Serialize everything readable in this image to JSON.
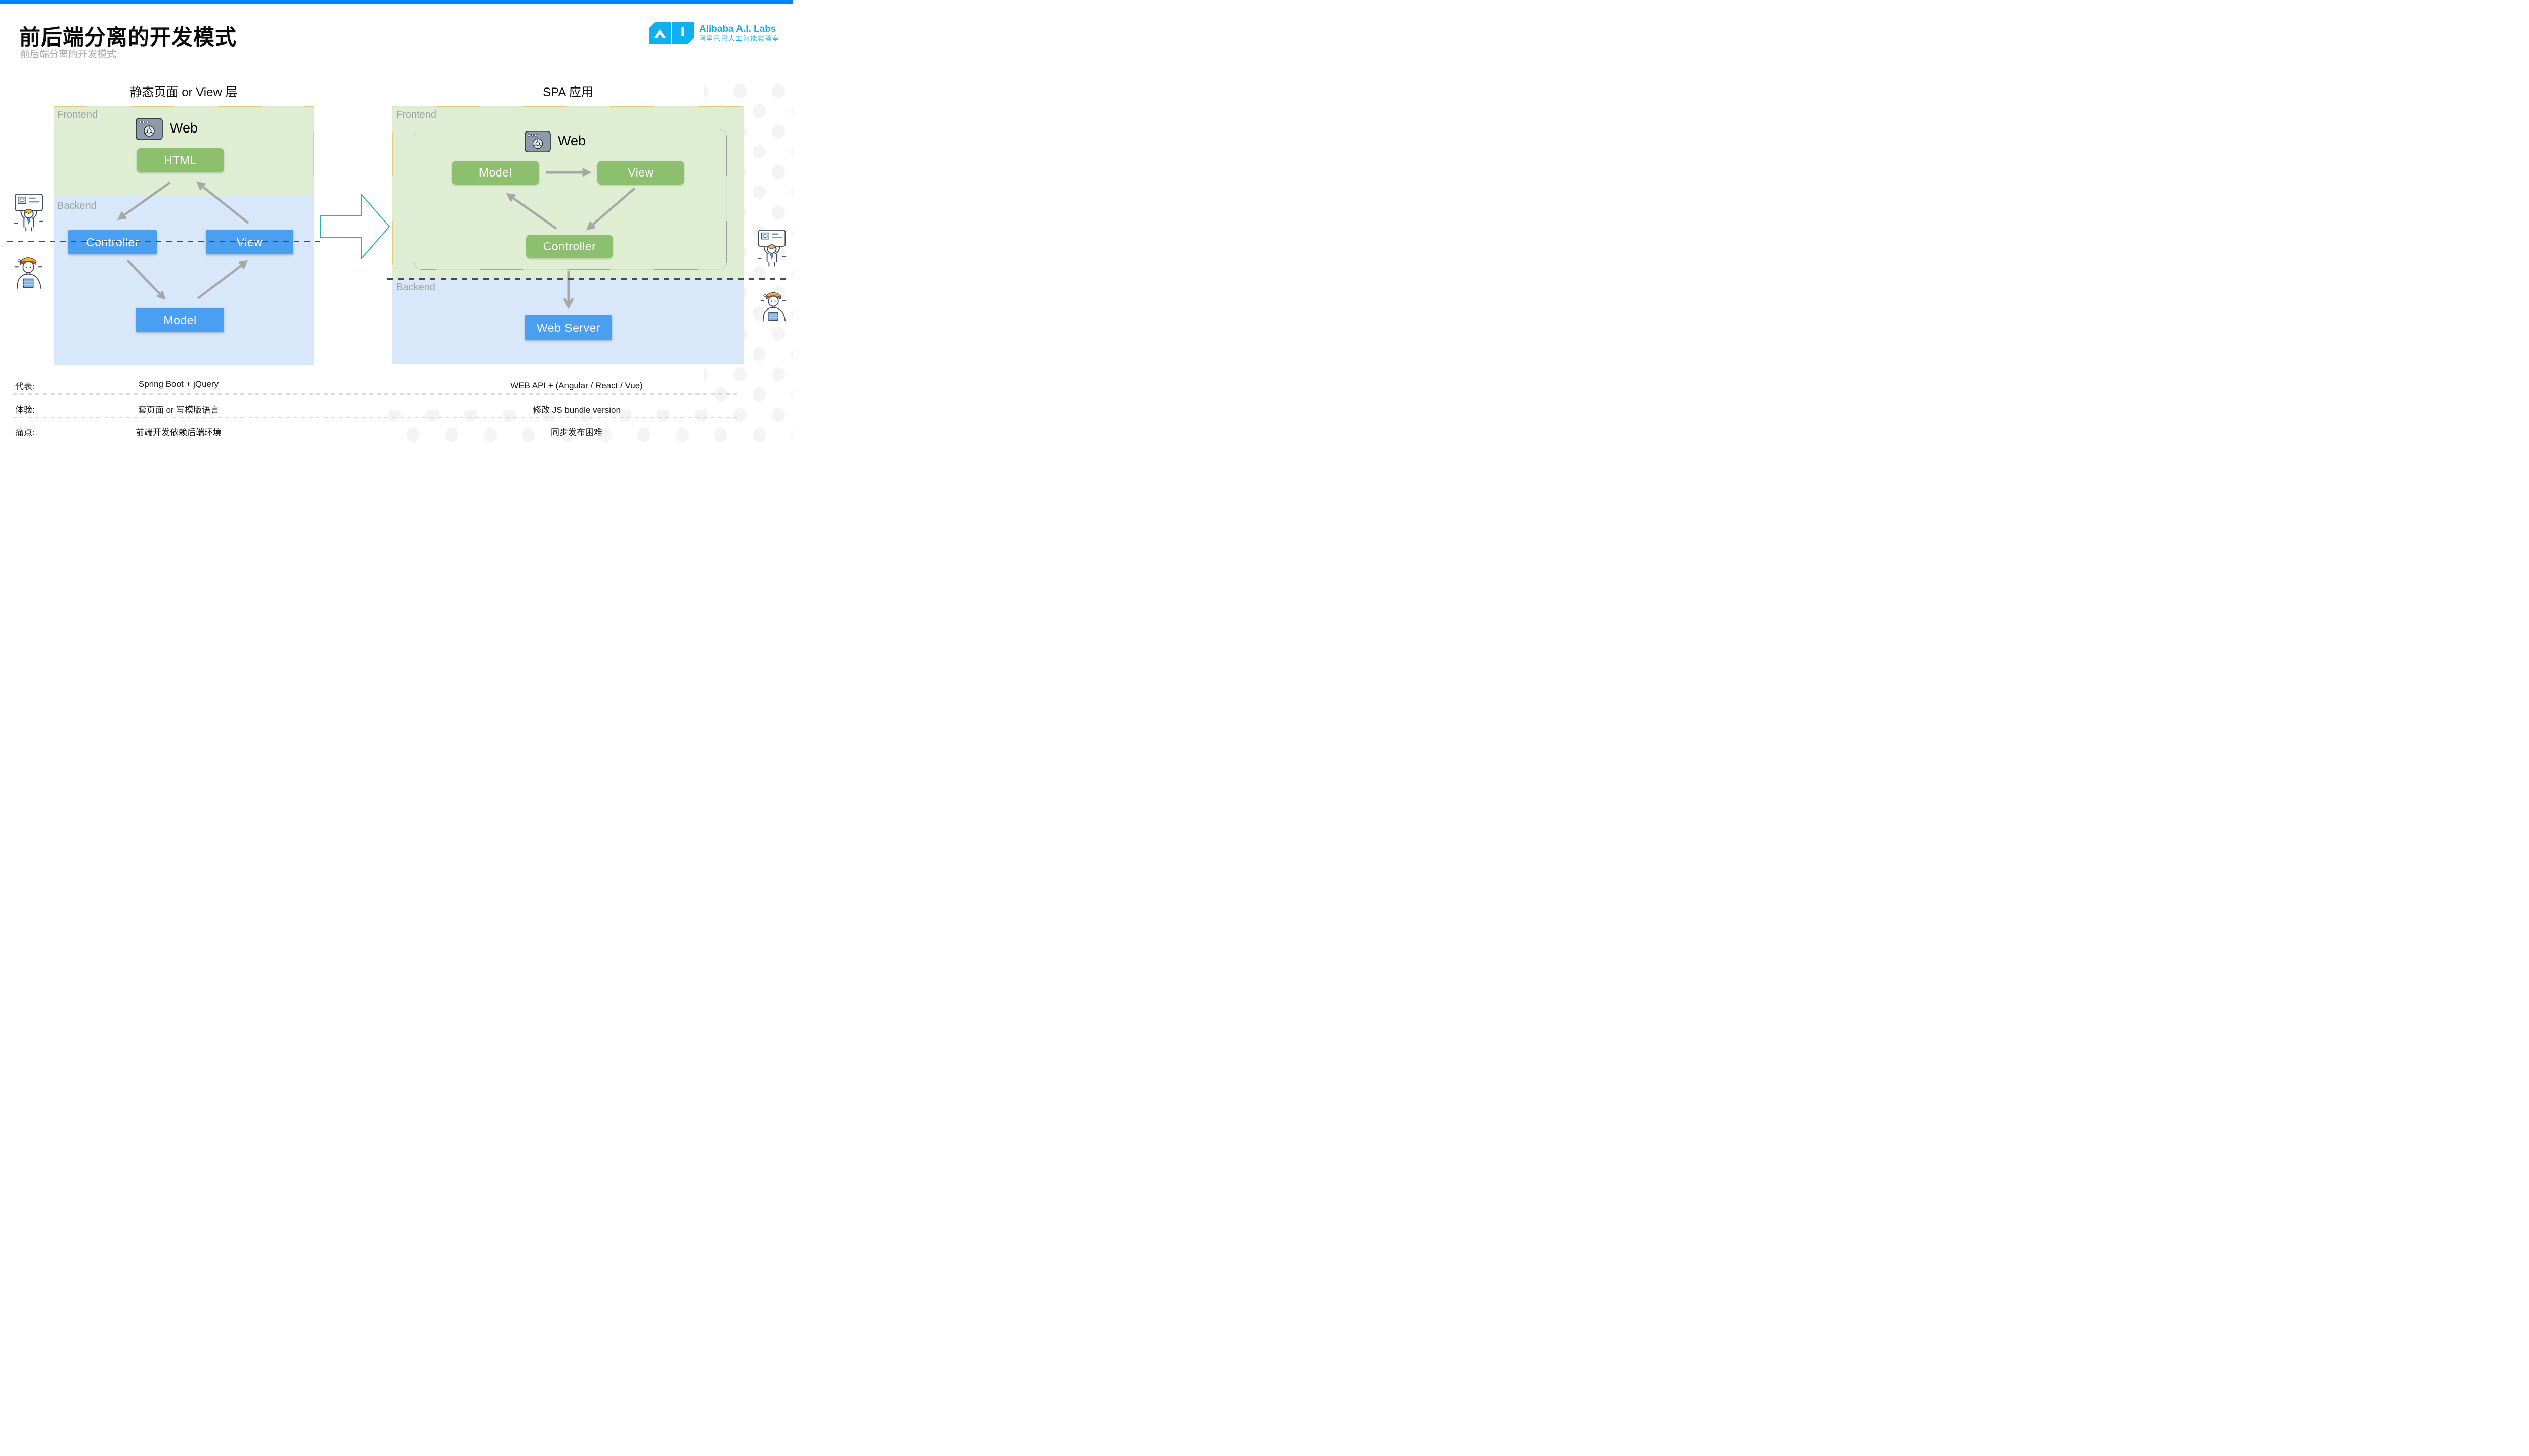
{
  "page": {
    "title": "前后端分离的开发模式",
    "subtitle": "前后端分离的开发模式"
  },
  "logo": {
    "name": "Alibaba A.I. Labs",
    "name_cn": "阿里巴巴人工智能实验室"
  },
  "left_diagram": {
    "title": "静态页面 or View 层",
    "frontend_label": "Frontend",
    "backend_label": "Backend",
    "browser_label": "Web",
    "nodes": {
      "html": "HTML",
      "controller": "Controller",
      "view": "View",
      "model": "Model"
    }
  },
  "right_diagram": {
    "title": "SPA 应用",
    "frontend_label": "Frontend",
    "backend_label": "Backend",
    "browser_label": "Web",
    "nodes": {
      "model": "Model",
      "view": "View",
      "controller": "Controller",
      "web_server": "Web Server"
    }
  },
  "comparison": {
    "rows": [
      {
        "label": "代表:",
        "left": "Spring Boot + jQuery",
        "right": "WEB API + (Angular / React / Vue)"
      },
      {
        "label": "体验:",
        "left": "套页面 or 写模版语言",
        "right": "修改 JS bundle version"
      },
      {
        "label": "痛点:",
        "left": "前端开发依赖后端环境",
        "right": "同步发布困难"
      }
    ]
  },
  "colors": {
    "brand-blue": "#0283FA",
    "logo-blue": "#0FB0F0",
    "panel-green": "#DFEED3",
    "panel-blue": "#D8E7F9",
    "node-green": "#8CBF6E",
    "node-blue": "#4A9FF0",
    "arrow-gray": "#A7A7A7",
    "teal": "#12A7AA",
    "dash-dark": "#4A4A4A",
    "label-gray": "#9FA0A2",
    "border-yellow": "#E4CA7B"
  }
}
